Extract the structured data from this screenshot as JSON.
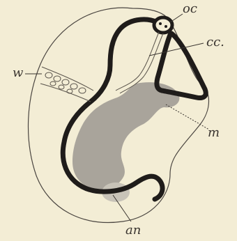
{
  "figure": {
    "labels": {
      "oc": "oc",
      "cc": "cc.",
      "w": "w",
      "m": "m",
      "an": "an"
    },
    "colors": {
      "background": "#f3edd5",
      "outline": "#1f1c1a",
      "gut": "#a9a49b",
      "thin_line": "#5a544c"
    }
  }
}
